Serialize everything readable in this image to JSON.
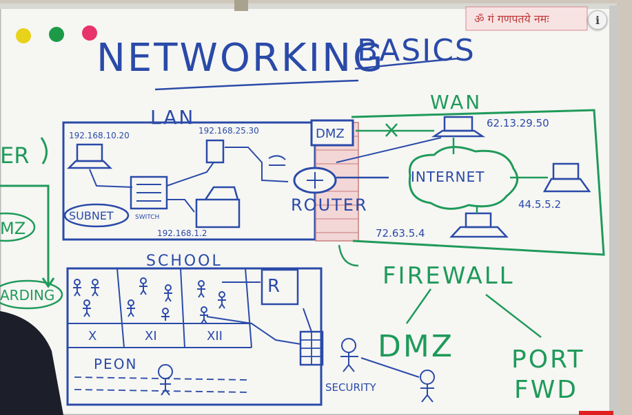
{
  "board": {
    "title_main": "NETWORKING",
    "title_second": "BASICS",
    "hindi_top_right": "ॐ गं गणपतये नमः",
    "left_partial_er": "ER",
    "left_partial_mz": "MZ",
    "left_partial_arding": "ARDING",
    "lan": {
      "title": "LAN",
      "ip_pc": "192.168.10.20",
      "ip_phone": "192.168.25.30",
      "ip_printer": "192.168.1.2",
      "switch_label": "SWITCH",
      "subnet_label": "SUBNET",
      "dmz_box": "DMZ",
      "router_label": "ROUTER"
    },
    "wan": {
      "title": "WAN",
      "internet_label": "INTERNET",
      "ip_top": "62.13.29.50",
      "ip_right": "44.5.5.2",
      "ip_bottom": "72.63.5.4"
    },
    "school": {
      "title": "SCHOOL",
      "router_r": "R",
      "room_1": "X",
      "room_2": "XI",
      "room_3": "XII",
      "peon_label": "PEON",
      "security_label": "SECURITY"
    },
    "firewall": {
      "title": "FIREWALL",
      "dmz": "DMZ",
      "port": "PORT",
      "fwd": "FWD"
    }
  },
  "overlay": {
    "info_button_glyph": "i"
  }
}
